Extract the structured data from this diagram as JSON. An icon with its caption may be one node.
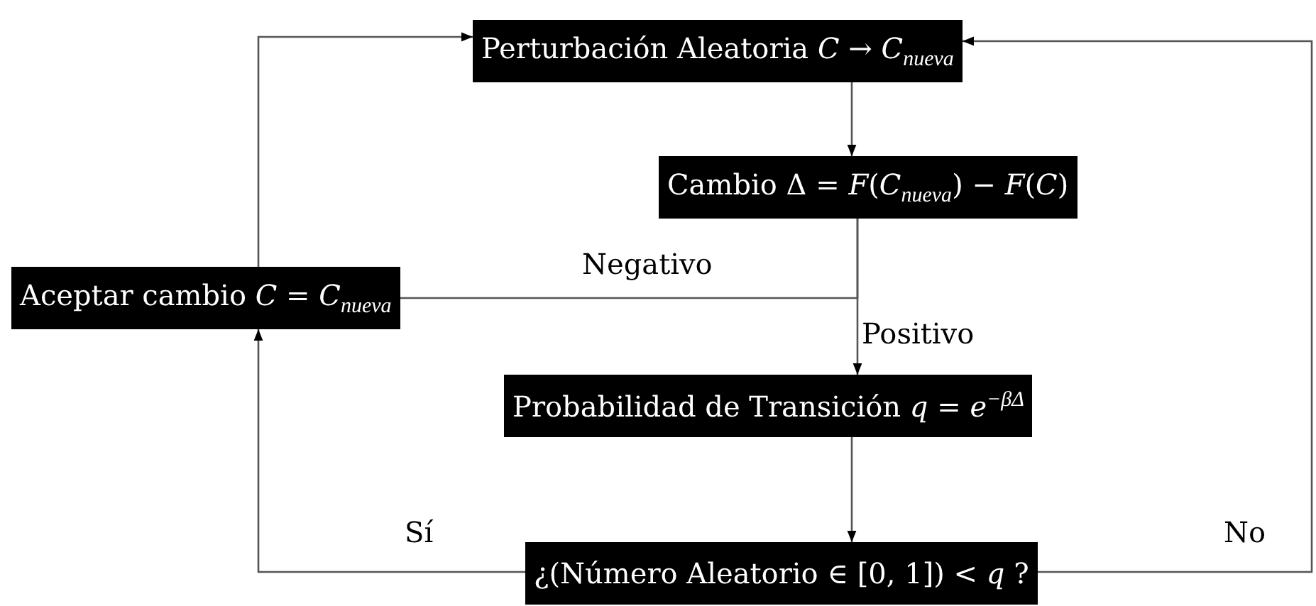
{
  "diagram": {
    "nodes": [
      {
        "text": [
          "Perturbación Aleatoria *C* → *C*$_{nueva}$"
        ]
      },
      {
        "text": [
          "Cambio Δ = *F*(*C*$_{nueva}$) − *F*(*C*)"
        ]
      },
      {
        "text": [
          "Aceptar cambio *C* = *C*$_{nueva}$"
        ]
      },
      {
        "text": [
          "Probabilidad de Transición *q* = *e*$^{−βΔ}$"
        ]
      },
      {
        "text": [
          "¿(Número Aleatorio ∈ [0, 1]) < *q* ?"
        ]
      }
    ],
    "edges": [
      {
        "from": 0,
        "to": 1,
        "arrow": "to"
      },
      {
        "from": 1,
        "to": 2,
        "arrow": "none",
        "label": "Negativo"
      },
      {
        "from": 1,
        "to": 3,
        "arrow": "to",
        "label": "Positivo"
      },
      {
        "from": 3,
        "to": 4,
        "arrow": "to"
      },
      {
        "from": 4,
        "to": 2,
        "arrow": "to",
        "label": "Sí"
      },
      {
        "from": 4,
        "to": 0,
        "arrow": "to",
        "label": "No"
      },
      {
        "from": 2,
        "to": 0,
        "arrow": "to"
      }
    ]
  }
}
